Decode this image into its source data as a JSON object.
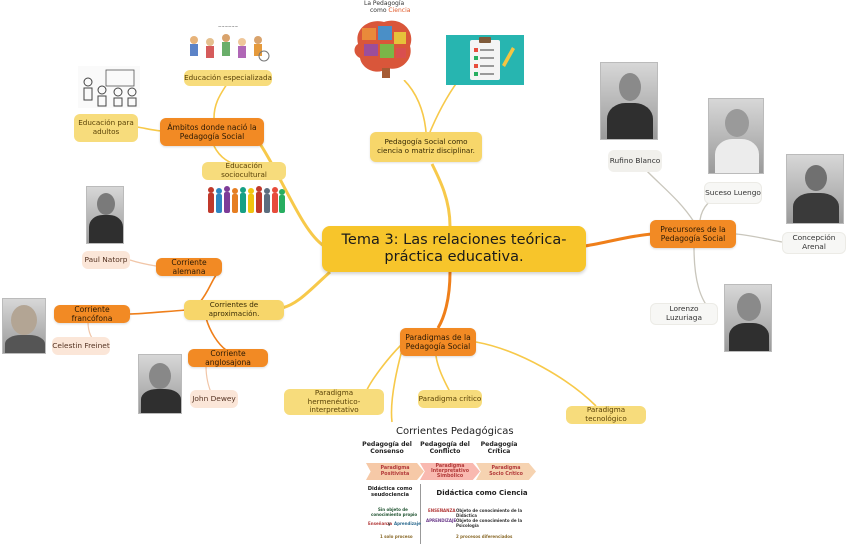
{
  "central_topic": "Tema 3: Las relaciones teórica-práctica educativa.",
  "branches": {
    "ambitos": {
      "label": "Ámbitos donde nació la Pedagogía Social",
      "children": [
        "Educación especializada",
        "Educación para adultos",
        "Educación sociocultural"
      ]
    },
    "ciencia": {
      "label": "Pedagogía Social como ciencia o matriz disciplinar.",
      "image_caption_line1": "La Pedagogía",
      "image_caption_line2": "como",
      "image_caption_word": "Ciencia"
    },
    "precursores": {
      "label": "Precursores de la Pedagogía Social",
      "children": [
        "Rufino Blanco",
        "Suceso Luengo",
        "Concepción Arenal",
        "Lorenzo Luzuriaga"
      ]
    },
    "corrientes": {
      "label": "Corrientes de aproximación.",
      "children": [
        {
          "label": "Corriente alemana",
          "person": "Paul Natorp"
        },
        {
          "label": "Corriente francófona",
          "person": "Celestin Freinet"
        },
        {
          "label": "Corriente anglosajona",
          "person": "John Dewey"
        }
      ]
    },
    "paradigmas": {
      "label": "Paradigmas de la Pedagogía Social",
      "children": [
        "Paradigma hermenéutico-interpretativo",
        "Paradigma crítico",
        "Paradigma tecnológico"
      ]
    }
  },
  "colors": {
    "central": "#f7c52b",
    "main_orange": "#f28a24",
    "sub_yellow": "#f7dc7c",
    "line_orange": "#ef7f1a",
    "line_yellow": "#f7c94a"
  },
  "figure": {
    "title": "Corrientes Pedagógicas",
    "columns": [
      {
        "head1": "Pedagogía del",
        "head2": "Consenso",
        "paradigm1": "Paradigma",
        "paradigm2": "Positivista"
      },
      {
        "head1": "Pedagogía del",
        "head2": "Conflicto",
        "paradigm1": "Paradigma Interpretativo",
        "paradigm2": "Simbólico"
      },
      {
        "head1": "Pedagogía",
        "head2": "Crítica",
        "paradigm1": "Paradigma",
        "paradigm2": "Socio Crítico"
      }
    ],
    "left_label1": "Didáctica como",
    "left_label2": "seudociencia",
    "right_label": "Didáctica como Ciencia",
    "left_small1": "Sin objeto de",
    "left_small2": "conocimiento propio",
    "left_small3": "Enseñanza",
    "left_small4": "y",
    "left_small5": "Aprendizaje",
    "left_small6": "1 solo proceso",
    "right_small1": "ENSEÑANZA",
    "right_small1b": "Objeto de conocimiento de la Didáctica",
    "right_small2": "APRENDIZAJE",
    "right_small2b": "Objeto de conocimiento de la Psicología",
    "right_small3": "2 procesos diferenciados"
  },
  "decorative_icons": [
    "handdrawn-people-image",
    "elderly-people-sketch",
    "crowd-figures-image",
    "brain-puzzle-image",
    "clipboard-checklist-image",
    "portrait-photos"
  ]
}
